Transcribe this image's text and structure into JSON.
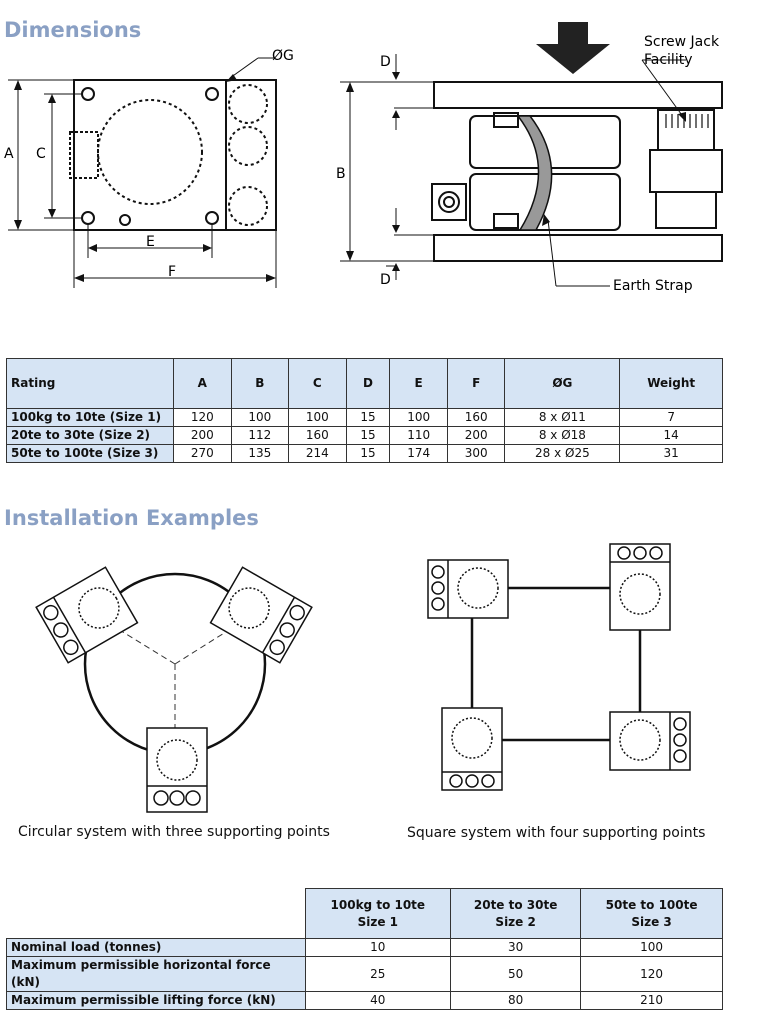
{
  "headings": {
    "dimensions": "Dimensions",
    "installation": "Installation Examples"
  },
  "dim_labels": {
    "A": "A",
    "B": "B",
    "C": "C",
    "D": "D",
    "E": "E",
    "F": "F",
    "G": "ØG"
  },
  "callouts": {
    "screw_jack_1": "Screw Jack",
    "screw_jack_2": "Facility",
    "earth_strap": "Earth Strap"
  },
  "dim_table": {
    "headers": [
      "Rating",
      "A",
      "B",
      "C",
      "D",
      "E",
      "F",
      "ØG",
      "Weight"
    ],
    "rows": [
      [
        "100kg to 10te (Size 1)",
        "120",
        "100",
        "100",
        "15",
        "100",
        "160",
        "8 x Ø11",
        "7"
      ],
      [
        "20te to 30te (Size 2)",
        "200",
        "112",
        "160",
        "15",
        "110",
        "200",
        "8 x Ø18",
        "14"
      ],
      [
        "50te to 100te (Size 3)",
        "270",
        "135",
        "214",
        "15",
        "174",
        "300",
        "28 x Ø25",
        "31"
      ]
    ]
  },
  "captions": {
    "circular": "Circular system with three supporting points",
    "square": "Square system with four supporting points"
  },
  "force_table": {
    "headers": [
      {
        "line1": "100kg to 10te",
        "line2": "Size 1"
      },
      {
        "line1": "20te to 30te",
        "line2": "Size 2"
      },
      {
        "line1": "50te to 100te",
        "line2": "Size 3"
      }
    ],
    "rows": [
      {
        "label": "Nominal load (tonnes)",
        "values": [
          "10",
          "30",
          "100"
        ]
      },
      {
        "label": "Maximum permissible horizontal force (kN)",
        "values": [
          "25",
          "50",
          "120"
        ]
      },
      {
        "label": "Maximum permissible lifting force (kN)",
        "values": [
          "40",
          "80",
          "210"
        ]
      }
    ]
  }
}
